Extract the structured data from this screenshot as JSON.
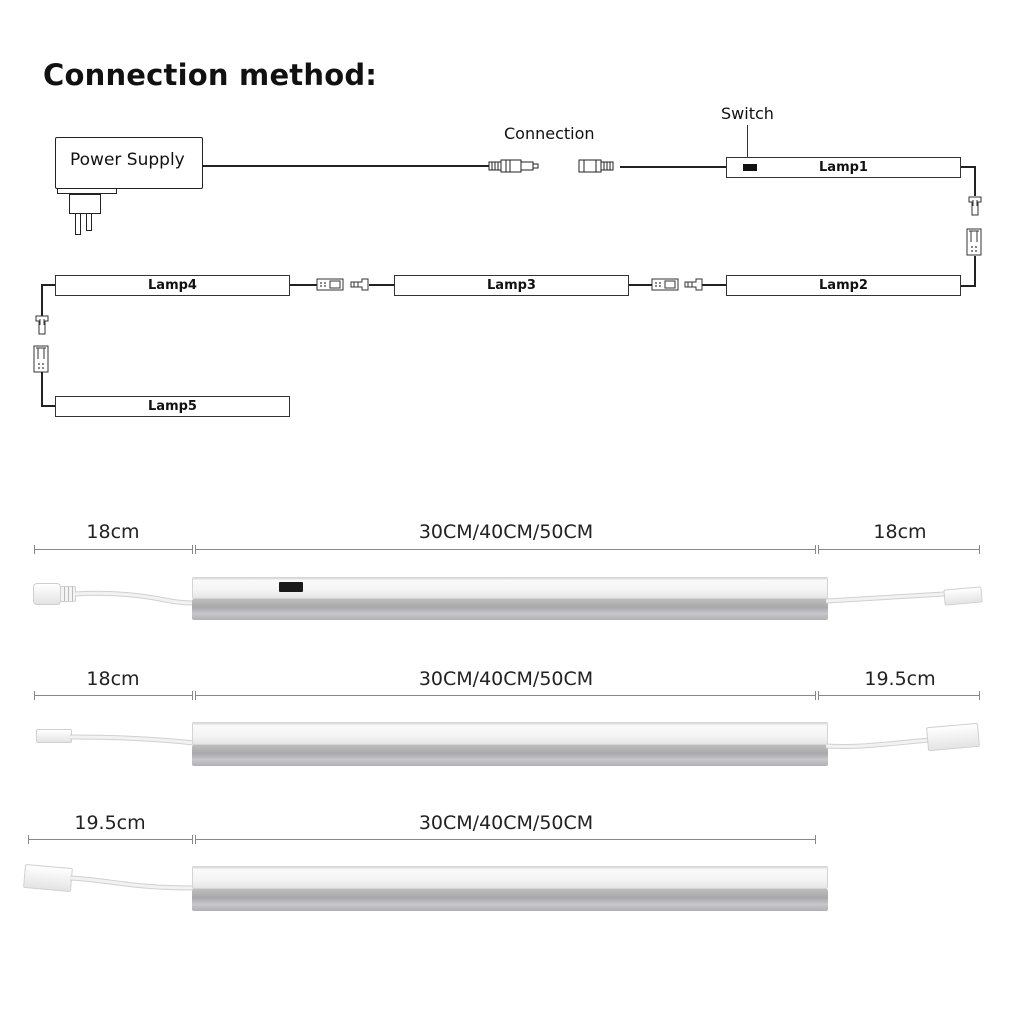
{
  "title": "Connection method:",
  "diagram": {
    "power_supply_label": "Power Supply",
    "connection_label": "Connection",
    "switch_label": "Switch",
    "lamps": [
      {
        "label": "Lamp1"
      },
      {
        "label": "Lamp2"
      },
      {
        "label": "Lamp3"
      },
      {
        "label": "Lamp4"
      },
      {
        "label": "Lamp5"
      }
    ]
  },
  "products": [
    {
      "name": "lamp-with-switch-and-dc-input",
      "left_dim": "18cm",
      "center_dim": "30CM/40CM/50CM",
      "right_dim": "18cm",
      "left_connector": "dc-female-plug",
      "right_connector": "2pin-male-connector",
      "has_switch": true
    },
    {
      "name": "middle-link-lamp",
      "left_dim": "18cm",
      "center_dim": "30CM/40CM/50CM",
      "right_dim": "19.5cm",
      "left_connector": "2pin-female-connector",
      "right_connector": "2pin-male-connector",
      "has_switch": false
    },
    {
      "name": "end-lamp",
      "left_dim": "19.5cm",
      "center_dim": "30CM/40CM/50CM",
      "right_dim": "",
      "left_connector": "2pin-male-connector",
      "right_connector": "",
      "has_switch": false
    }
  ],
  "colors": {
    "line": "#222222",
    "dimension": "#888888",
    "aluminum": "#a9a9ad",
    "diffuser": "#f4f4f4"
  }
}
